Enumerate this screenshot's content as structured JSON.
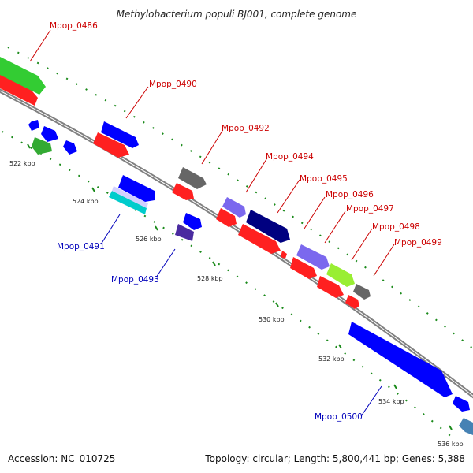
{
  "map": {
    "title": "Methylobacterium populi BJ001, complete genome",
    "accession": "Accession: NC_010725",
    "topology": "Topology: circular; Length: 5,800,441 bp; Genes: 5,388"
  },
  "ticks": [
    "522 kbp",
    "524 kbp",
    "526 kbp",
    "528 kbp",
    "530 kbp",
    "532 kbp",
    "534 kbp",
    "536 kbp"
  ],
  "forward_labels": [
    "Mpop_0486",
    "Mpop_0490",
    "Mpop_0492",
    "Mpop_0494",
    "Mpop_0495",
    "Mpop_0496",
    "Mpop_0497",
    "Mpop_0498",
    "Mpop_0499"
  ],
  "reverse_labels": [
    "Mpop_0491",
    "Mpop_0493",
    "Mpop_0500"
  ],
  "colors": {
    "forward_label": "#cc0000",
    "reverse_label": "#0000bb",
    "cds": "#ff0000",
    "blue": "#0000ff",
    "green": "#33cc33",
    "gray": "#666666",
    "lavender": "#7b68ee",
    "navy": "#000080",
    "lime": "#99ee33",
    "tick": "#006600"
  }
}
